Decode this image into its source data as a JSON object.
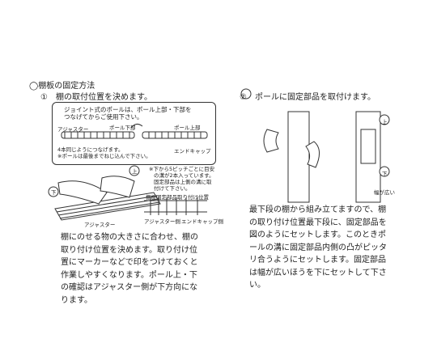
{
  "heading": "◯棚板の固定方法",
  "step1": {
    "label": "①　棚の取付位置を決めます。"
  },
  "step2": {
    "label": "②　ポールに固定部品を取付けます。"
  },
  "box": {
    "line1": "ジョイント式のポールは、ポール上部・下部を",
    "line2": "つなげてからご使用下さい。",
    "adjuster": "アジャスター",
    "pole_lower": "ポール下部",
    "pole_upper": "ポール上部",
    "connect_note": "4本同じようにつなげます。",
    "pole_note": "※ポールは最後までねじ込んで下さい。",
    "end_cap": "エンドキャップ"
  },
  "marks": {
    "lower": "下",
    "upper": "上"
  },
  "right_note": {
    "line1": "※下から5ピッチごとに目安",
    "line2": "の溝が2本入っています。",
    "line3": "固定部品は上側の溝に取",
    "line4": "付けて下さい。"
  },
  "fig_labels": {
    "adjuster": "アジャスター",
    "shelf_position": "棚板固定部品取り付け位置",
    "adjuster_side": "アジャスター側",
    "end_cap_side": "エンドキャップ側",
    "wide_side": "幅が広い"
  },
  "para1": [
    "棚にのせる物の大きさに合わせ、棚の",
    "取り付け位置を決めます。取り付け位",
    "置にマーカーなどで印をつけておくと",
    "作業しやすくなります。ポール上・下",
    "の確認はアジャスター側が下方向にな",
    "ります。"
  ],
  "para2": [
    "最下段の棚から組み立てますので、棚",
    "の取り付け位置最下段に、固定部品を",
    "図のようにセットします。このときポ",
    "ールの溝に固定部品内側の凸がピッタ",
    "リ合うようにセットします。固定部品",
    "は幅が広いほうを下にセットして下さ",
    "い。"
  ]
}
